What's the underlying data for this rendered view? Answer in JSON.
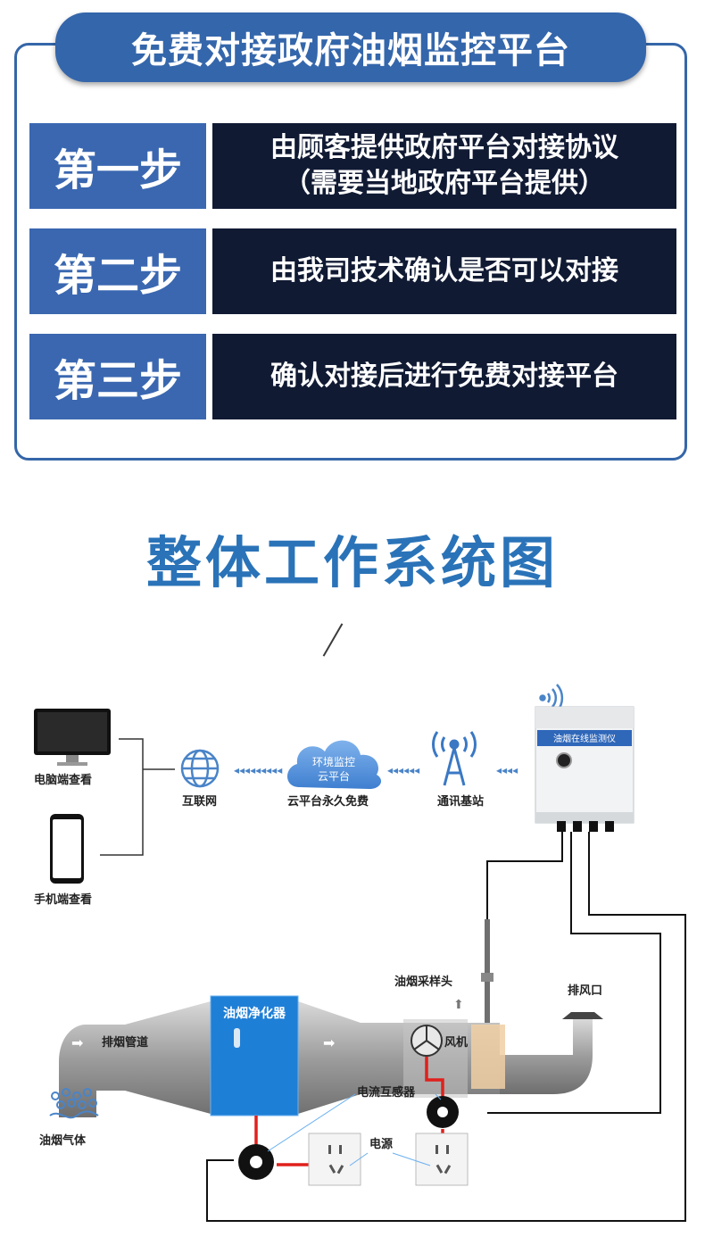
{
  "header": {
    "title": "免费对接政府油烟监控平台"
  },
  "steps": [
    {
      "label": "第一步",
      "line1": "由顾客提供政府平台对接协议",
      "line2": "（需要当地政府平台提供）"
    },
    {
      "label": "第二步",
      "line1": "由我司技术确认是否可以对接",
      "line2": ""
    },
    {
      "label": "第三步",
      "line1": "确认对接后进行免费对接平台",
      "line2": ""
    }
  ],
  "system": {
    "title": "整体工作系统图",
    "labels": {
      "pc": "电脑端查看",
      "phone": "手机端查看",
      "internet": "互联网",
      "cloud_line1": "环境监控",
      "cloud_line2": "云平台",
      "cloud_caption": "云平台永久免费",
      "station": "通讯基站",
      "monitor": "油烟在线监测仪",
      "probe": "油烟采样头",
      "outlet": "排风口",
      "duct": "排烟管道",
      "purifier": "油烟净化器",
      "fan": "风机",
      "ct": "电流互感器",
      "power": "电源",
      "smoke": "油烟气体"
    },
    "colors": {
      "accent": "#3466ab",
      "dark": "#101a33",
      "title": "#2a73b8",
      "purifier": "#1e7fd6",
      "wire_red": "#e0201c"
    }
  }
}
